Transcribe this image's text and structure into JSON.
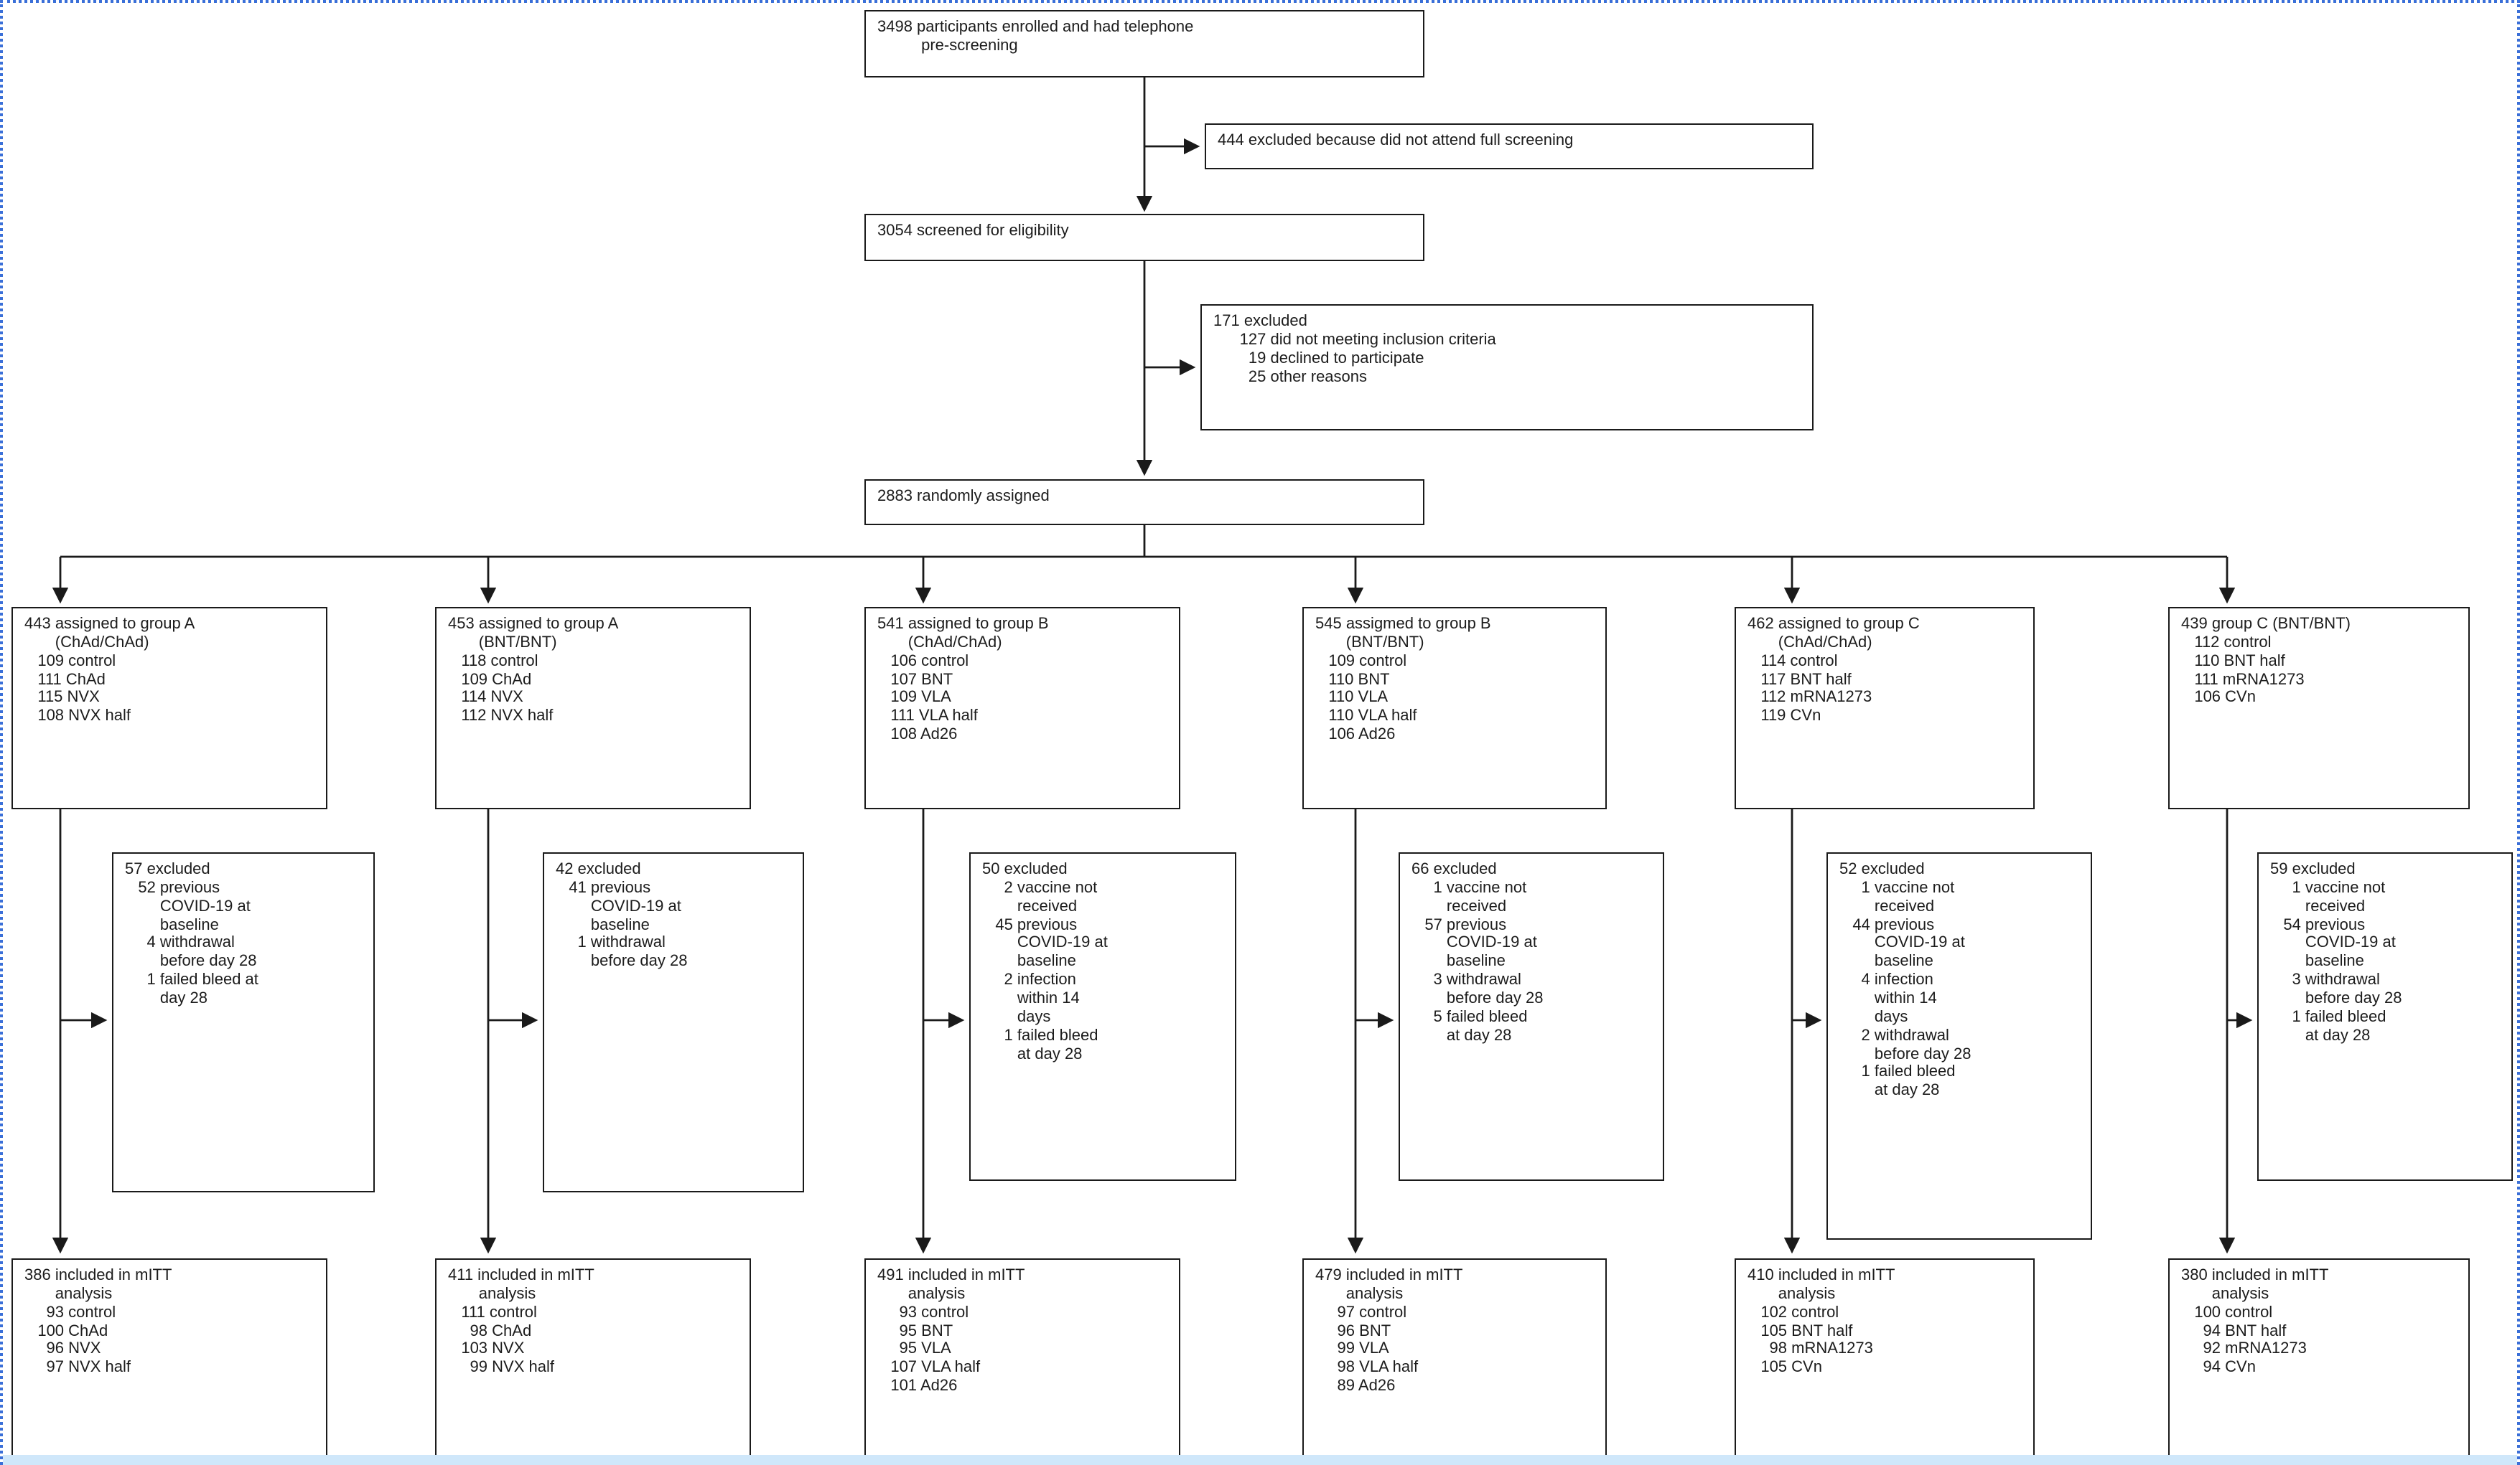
{
  "figure": {
    "accent_border_color": "#3a6fd8",
    "bottom_band_color": "#cfe7fa",
    "top": {
      "enrolled": "3498 participants enrolled and had telephone\n          pre-screening",
      "attend_excluded": "444 excluded because did not attend full screening",
      "screened": "3054 screened for eligibility",
      "eligibility_excluded": "171 excluded\n      127 did not meeting inclusion criteria\n        19 declined to participate\n        25 other reasons",
      "randomized": "2883 randomly assigned"
    },
    "branches": [
      {
        "assigned": "443 assigned to group A\n       (ChAd/ChAd)\n   109 control\n   111 ChAd\n   115 NVX\n   108 NVX half",
        "excluded": "57 excluded\n   52 previous\n        COVID-19 at\n        baseline\n     4 withdrawal\n        before day 28\n     1 failed bleed at\n        day 28",
        "mitt": "386 included in mITT\n       analysis\n     93 control\n   100 ChAd\n     96 NVX\n     97 NVX half"
      },
      {
        "assigned": "453 assigned to group A\n       (BNT/BNT)\n   118 control\n   109 ChAd\n   114 NVX\n   112 NVX half",
        "excluded": "42 excluded\n   41 previous\n        COVID-19 at\n        baseline\n     1 withdrawal\n        before day 28",
        "mitt": "411 included in mITT\n       analysis\n   111 control\n     98 ChAd\n   103 NVX\n     99 NVX half"
      },
      {
        "assigned": "541 assigned to group B\n       (ChAd/ChAd)\n   106 control\n   107 BNT\n   109 VLA\n   111 VLA half\n   108 Ad26",
        "excluded": "50 excluded\n     2 vaccine not\n        received\n   45 previous\n        COVID-19 at\n        baseline\n     2 infection\n        within 14\n        days\n     1 failed bleed\n        at day 28",
        "mitt": "491 included in mITT\n       analysis\n     93 control\n     95 BNT\n     95 VLA\n   107 VLA half\n   101 Ad26"
      },
      {
        "assigned": "545 assigmed to group B\n       (BNT/BNT)\n   109 control\n   110 BNT\n   110 VLA\n   110 VLA half\n   106 Ad26",
        "excluded": "66 excluded\n     1 vaccine not\n        received\n   57 previous\n        COVID-19 at\n        baseline\n     3 withdrawal\n        before day 28\n     5 failed bleed\n        at day 28",
        "mitt": "479 included in mITT\n       analysis\n     97 control\n     96 BNT\n     99 VLA\n     98 VLA half\n     89 Ad26"
      },
      {
        "assigned": "462 assigned to group C\n       (ChAd/ChAd)\n   114 control\n   117 BNT half\n   112 mRNA1273\n   119 CVn",
        "excluded": "52 excluded\n     1 vaccine not\n        received\n   44 previous\n        COVID-19 at\n        baseline\n     4 infection\n        within 14\n        days\n     2 withdrawal\n        before day 28\n     1 failed bleed\n        at day 28",
        "mitt": "410 included in mITT\n       analysis\n   102 control\n   105 BNT half\n     98 mRNA1273\n   105 CVn"
      },
      {
        "assigned": "439 group C (BNT/BNT)\n   112 control\n   110 BNT half\n   111 mRNA1273\n   106 CVn",
        "excluded": "59 excluded\n     1 vaccine not\n        received\n   54 previous\n        COVID-19 at\n        baseline\n     3 withdrawal\n        before day 28\n     1 failed bleed\n        at day 28",
        "mitt": "380 included in mITT\n       analysis\n   100 control\n     94 BNT half\n     92 mRNA1273\n     94 CVn"
      }
    ]
  }
}
